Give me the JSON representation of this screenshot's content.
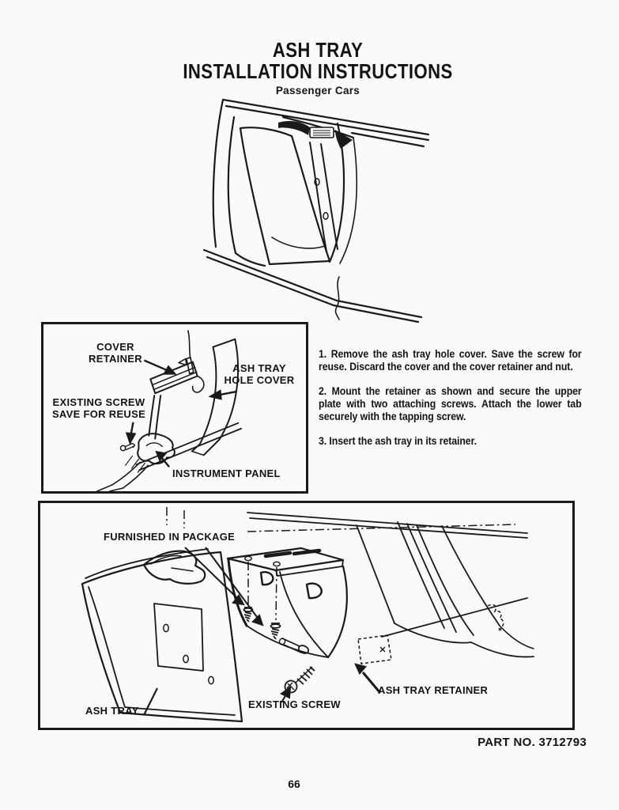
{
  "header": {
    "title_line1": "ASH TRAY",
    "title_line2": "INSTALLATION INSTRUCTIONS",
    "subtitle": "Passenger Cars"
  },
  "steps": [
    {
      "text": "1. Remove the ash tray hole cover. Save the screw for reuse. Discard the cover and the cover retainer and nut."
    },
    {
      "text": "2. Mount the retainer as shown and secure the upper plate with two attaching screws. Attach the lower tab securely with the tapping screw."
    },
    {
      "text": "3. Insert the ash tray in its retainer."
    }
  ],
  "detail_diagram": {
    "labels": {
      "cover_retainer": "COVER\nRETAINER",
      "ash_tray_hole_cover": "ASH TRAY\nHOLE COVER",
      "existing_screw": "EXISTING SCREW\nSAVE FOR REUSE",
      "instrument_panel": "INSTRUMENT PANEL"
    }
  },
  "install_diagram": {
    "labels": {
      "furnished_in_package": "FURNISHED IN PACKAGE",
      "ash_tray": "ASH TRAY",
      "existing_screw": "EXISTING SCREW",
      "ash_tray_retainer": "ASH TRAY RETAINER"
    }
  },
  "footer": {
    "part_number": "PART NO. 3712793",
    "page_number": "66"
  },
  "colors": {
    "ink": "#1a1a1a",
    "paper": "#fafaf8"
  }
}
